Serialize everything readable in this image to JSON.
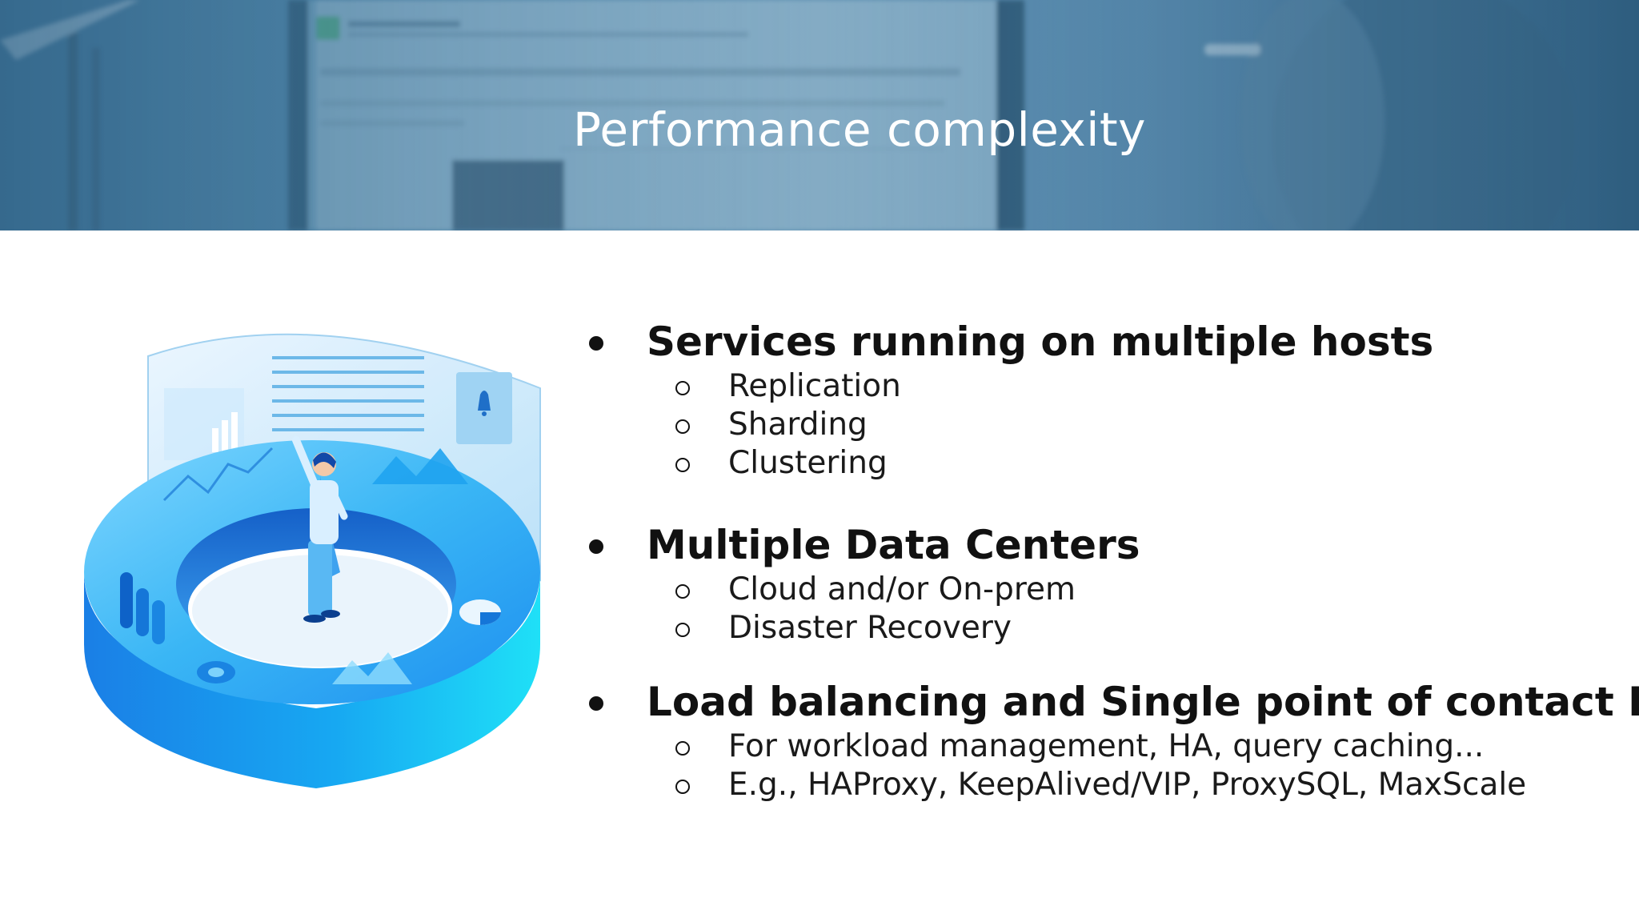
{
  "header": {
    "title": "Performance complexity"
  },
  "bullets": [
    {
      "title": "Services running on multiple hosts",
      "subitems": [
        "Replication",
        "Sharding",
        "Clustering"
      ]
    },
    {
      "title": "Multiple Data Centers",
      "subitems": [
        "Cloud and/or On-prem",
        "Disaster Recovery"
      ]
    },
    {
      "title": "Load balancing and Single point of contact IP",
      "subitems": [
        "For workload management, HA, query caching...",
        "E.g., HAProxy, KeepAlived/VIP, ProxySQL, MaxScale"
      ]
    }
  ],
  "colors": {
    "banner_blue": "#4f86a8",
    "ring_cyan": "#1ec8f0",
    "ring_blue": "#1a7fe6",
    "text_dark": "#111111"
  },
  "icons": {
    "illustration": "monitoring-ring-illustration",
    "bell": "bell-icon"
  }
}
